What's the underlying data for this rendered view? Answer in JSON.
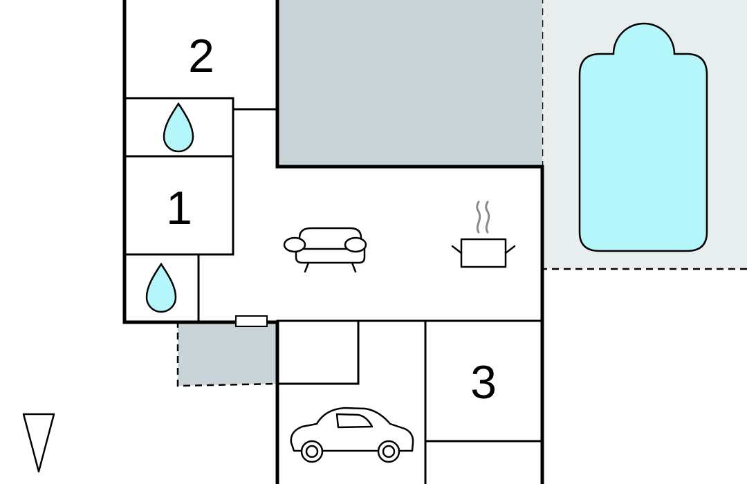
{
  "floorplan": {
    "rooms": [
      {
        "label": "2",
        "name": "bedroom-2"
      },
      {
        "label": "1",
        "name": "bedroom-1"
      },
      {
        "label": "3",
        "name": "bedroom-3"
      }
    ],
    "colors": {
      "terrace": "#c9d4d8",
      "pool_area": "#e8eeee",
      "pool_water": "#b5f6fb",
      "water_drop": "#b5f6fb",
      "wall": "#000000"
    },
    "icons": [
      "water-drop-icon",
      "water-drop-icon",
      "sofa-icon",
      "cooking-pot-icon",
      "car-icon",
      "north-arrow-icon"
    ]
  }
}
